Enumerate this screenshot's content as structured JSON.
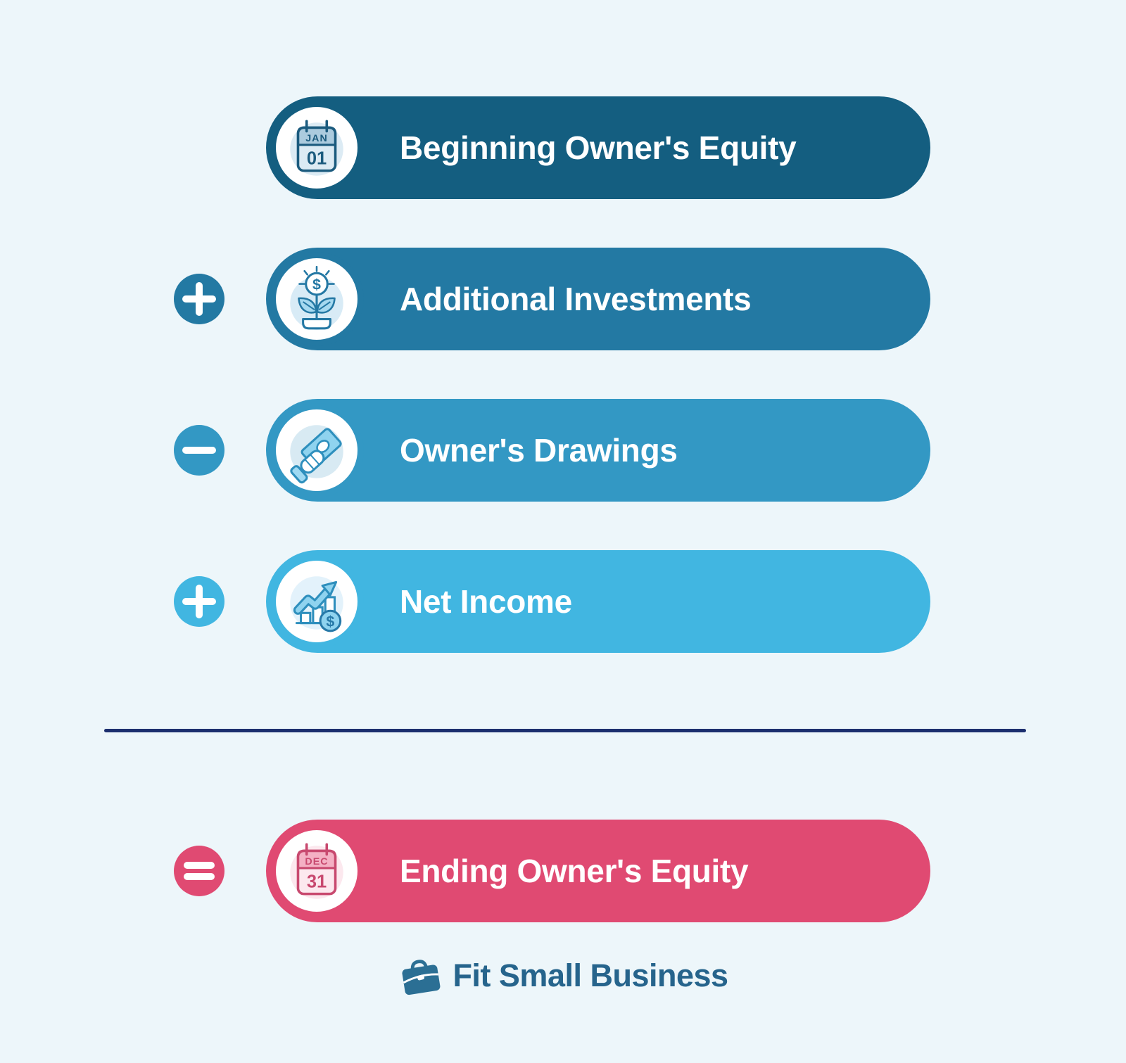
{
  "page": {
    "background": "#EDF6FA",
    "divider_color": "#1C2F6E"
  },
  "rows": [
    {
      "label": "Beginning Owner's Equity",
      "operator": "",
      "pill_color": "#145E80",
      "icon": "calendar-jan-01-icon",
      "month": "JAN",
      "day": "01"
    },
    {
      "label": "Additional Investments",
      "operator": "plus",
      "pill_color": "#2379A3",
      "icon": "investment-plant-icon"
    },
    {
      "label": "Owner's Drawings",
      "operator": "minus",
      "pill_color": "#3398C4",
      "icon": "hand-cash-icon"
    },
    {
      "label": "Net Income",
      "operator": "plus",
      "pill_color": "#41B6E1",
      "icon": "growth-chart-icon"
    },
    {
      "label": "Ending Owner's Equity",
      "operator": "equals",
      "pill_color": "#E04A72",
      "icon": "calendar-dec-31-icon",
      "month": "DEC",
      "day": "31"
    }
  ],
  "icons": {
    "dollar_sign": "$"
  },
  "footer": {
    "logo_text": "Fit Small Business",
    "logo_color": "#26648C"
  }
}
